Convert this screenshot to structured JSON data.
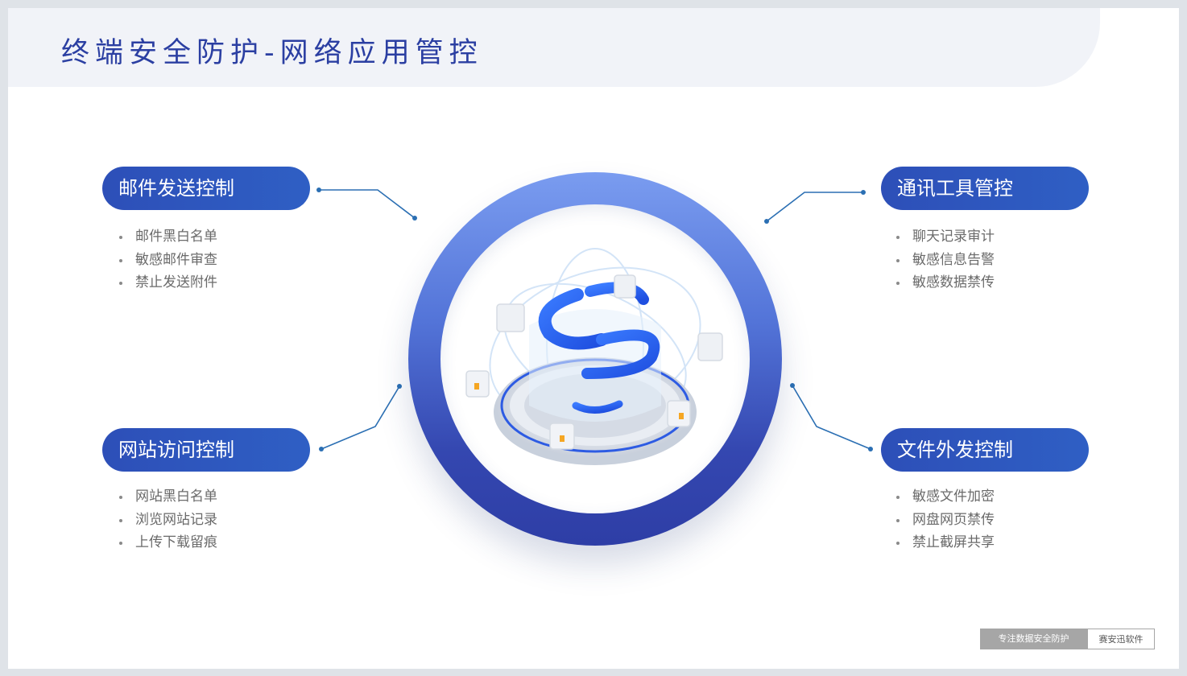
{
  "title": "终端安全防护-网络应用管控",
  "sections": {
    "email": {
      "label": "邮件发送控制",
      "items": [
        "邮件黑白名单",
        "敏感邮件审查",
        "禁止发送附件"
      ]
    },
    "im": {
      "label": "通讯工具管控",
      "items": [
        "聊天记录审计",
        "敏感信息告警",
        "敏感数据禁传"
      ]
    },
    "web": {
      "label": "网站访问控制",
      "items": [
        "网站黑白名单",
        "浏览网站记录",
        "上传下载留痕"
      ]
    },
    "file": {
      "label": "文件外发控制",
      "items": [
        "敏感文件加密",
        "网盘网页禁传",
        "禁止截屏共享"
      ]
    }
  },
  "footer": {
    "slogan": "专注数据安全防护",
    "brand": "赛安迅软件"
  },
  "colors": {
    "title": "#2b3fa2",
    "pill": "#2d4fb8",
    "connector": "#2b6fb3",
    "ring_top": "#7a9cf0",
    "ring_bottom": "#2e3ea6"
  },
  "icons": {
    "center_emblem": "s-spiral-emblem-icon"
  }
}
